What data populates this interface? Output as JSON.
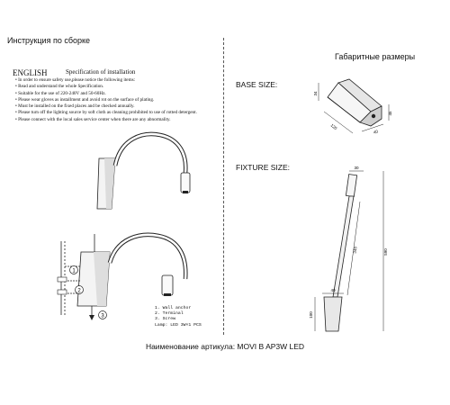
{
  "header": {
    "left_title": "Инструкция по сборке",
    "right_title": "Габаритные размеры"
  },
  "instructions": {
    "language": "ENGLISH",
    "heading": "Specification of installation",
    "items": [
      "In order to ensure safety use,please notice the following items:",
      "Read and understand the whole Specification.",
      "Suitable for the use of 220-240V and 50-60Hz.",
      "Please wear gloves as installment and avoid rot on the surface of plating.",
      "Must be installed on the fixed places and be checked annually.",
      "Please turn off the lighting source by soft cloth as cleaning prohibited to use of rotted detergent.",
      "Please connect with the local sales service center when there are any abnormality."
    ]
  },
  "legend": {
    "items": [
      "1. Wall anchor",
      "2. Terminal",
      "3. Screw"
    ],
    "lamp": "Lamp: LED 3W×1 PCS"
  },
  "callouts": [
    "1",
    "2",
    "3"
  ],
  "dimensions": {
    "base_label": "BASE SIZE:",
    "fixture_label": "FIXTURE SIZE:",
    "base": [
      "34",
      "120",
      "40",
      "45"
    ],
    "fixture": [
      "30",
      "345",
      "590",
      "40",
      "100"
    ]
  },
  "footer": {
    "article": "Наименование артикула: MOVI B AP3W LED"
  }
}
